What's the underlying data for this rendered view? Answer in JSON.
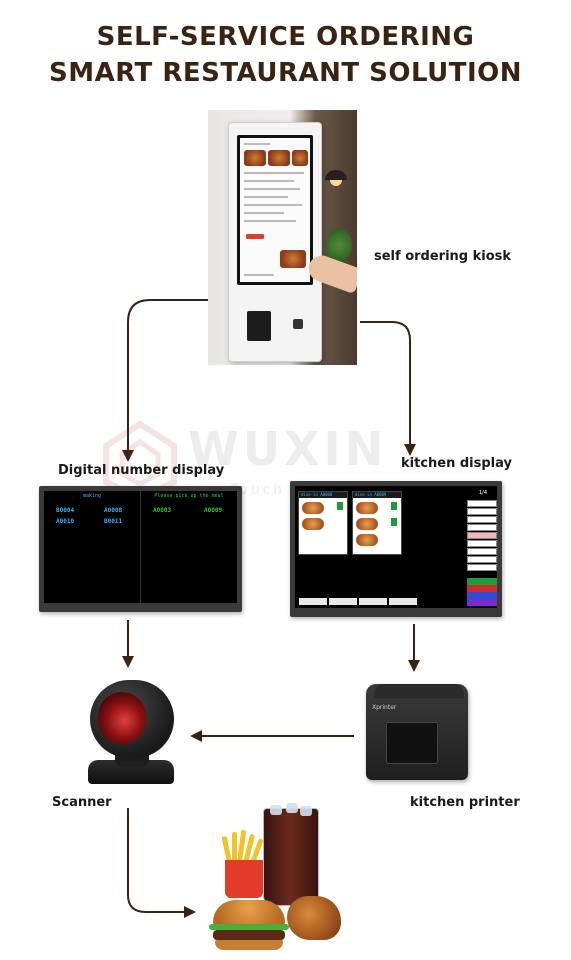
{
  "header": {
    "title_line1": "SELF-SERVICE ORDERING",
    "title_line2": "SMART RESTAURANT SOLUTION"
  },
  "watermark": {
    "brand": "WUXIN",
    "tagline": "Touch ... inal"
  },
  "labels": {
    "kiosk": "self ordering kiosk",
    "digital_display": "Digital number display",
    "kitchen_display": "kitchen display",
    "scanner": "Scanner",
    "kitchen_printer": "kitchen printer"
  },
  "digital_display": {
    "left_header": "making",
    "right_header": "Please pick up the meal",
    "left_numbers": [
      "B0004",
      "A0008",
      "A0010",
      "B0011"
    ],
    "right_numbers": [
      "A0003",
      "A0009"
    ]
  },
  "kitchen_display": {
    "page": "1/4",
    "card_headers": [
      "dine-in A0008",
      "dine-in A0009"
    ]
  },
  "printer": {
    "brand": "Xprinter"
  },
  "colors": {
    "title": "#3a2312",
    "arrow": "#3a2312",
    "waiting_blue": "#2db7ff",
    "ready_green": "#22cc33"
  },
  "icons": {
    "kiosk": "self-ordering-kiosk-photo",
    "digital_display": "order-number-monitor",
    "kitchen_display": "kitchen-display-monitor",
    "scanner": "barcode-scanner",
    "printer": "thermal-printer",
    "food": "burger-fries-drink-chicken"
  }
}
